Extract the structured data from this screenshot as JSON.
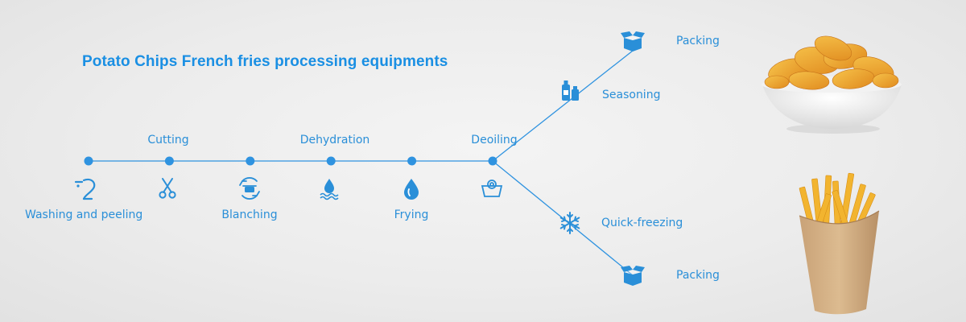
{
  "title": "Potato Chips French fries processing equipments",
  "colors": {
    "accent": "#1a8fe3",
    "line": "#2f93e0",
    "label": "#2a8fd8"
  },
  "main_steps": [
    {
      "label": "Washing and peeling",
      "icon": "shrimp-like-peeler-icon"
    },
    {
      "label": "Cutting",
      "icon": "scissors-icon"
    },
    {
      "label": "Blanching",
      "icon": "blanching-pot-icon"
    },
    {
      "label": "Dehydration",
      "icon": "water-drop-waves-icon"
    },
    {
      "label": "Frying",
      "icon": "oil-drop-icon"
    },
    {
      "label": "Deoiling",
      "icon": "spin-dryer-icon"
    }
  ],
  "upper_branch": [
    {
      "label": "Seasoning",
      "icon": "seasoning-bottles-icon"
    },
    {
      "label": "Packing",
      "icon": "package-box-icon"
    }
  ],
  "lower_branch": [
    {
      "label": "Quick-freezing",
      "icon": "snowflake-icon"
    },
    {
      "label": "Packing",
      "icon": "package-box-icon"
    }
  ],
  "images": [
    {
      "name": "potato-chips-bowl-photo"
    },
    {
      "name": "french-fries-cup-photo"
    }
  ]
}
